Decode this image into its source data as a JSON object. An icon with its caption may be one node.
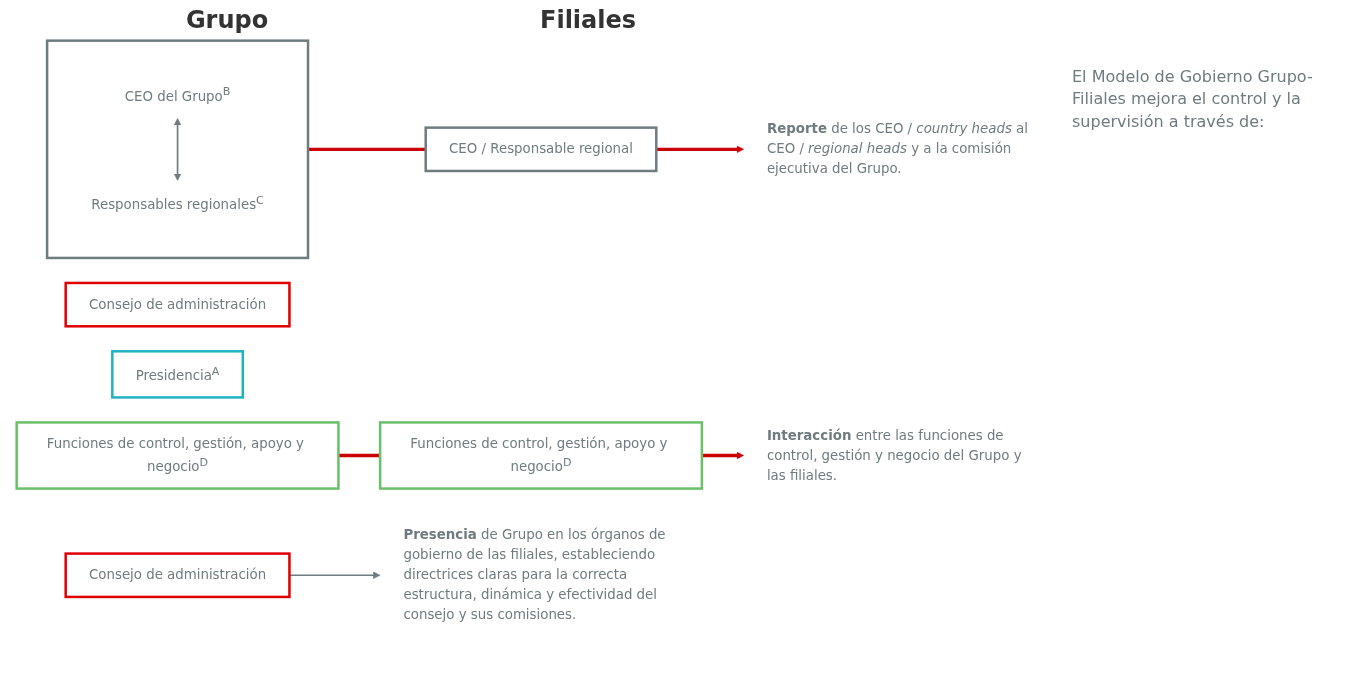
{
  "diagram": {
    "nodes": [
      {
        "text": [
          "Consejo de administración"
        ]
      },
      {
        "text": [
          "Presidencia$^{A}$"
        ]
      },
      {
        "text": [],
        "shape": "box"
      },
      {
        "text": [
          "CEO del Grupo$^{B}$"
        ],
        "in": 2
      },
      {
        "text": [
          "Responsables regionales$^{C}$"
        ],
        "in": 2
      },
      {
        "text": [
          "Funciones de control, gestión, apoyo y negocio$^{D}$"
        ]
      },
      {
        "text": [
          "Consejo de administración"
        ]
      },
      {
        "text": [
          "CEO / Responsable regional"
        ]
      },
      {
        "text": [
          "Funciones de control, gestión, apoyo y negocio$^{D}$"
        ]
      },
      {
        "text": [
          "**Presencia** de Grupo en los órganos de gobierno de las filiales, estableciendo directrices claras para la correcta estructura, dinámica y efectividad del consejo y sus comisiones."
        ]
      },
      {
        "text": [
          "**Reporte** de los CEO / *country heads* al CEO / *regional heads* y a la comisión ejecutiva del Grupo."
        ]
      },
      {
        "text": [
          "**Interacción** entre las funciones de control, gestión y negocio del Grupo y las filiales."
        ]
      }
    ],
    "edges": [
      {
        "from": 3,
        "to": 4,
        "arrow": "both",
        "color": "#6e7b7f"
      },
      {
        "from": 6,
        "to": 9,
        "arrow": "to",
        "color": "#6e7b7f"
      },
      {
        "from": 2,
        "to": 7,
        "arrow": "none"
      },
      {
        "from": 7,
        "to": 10,
        "arrow": "to"
      },
      {
        "from": 5,
        "to": 8,
        "arrow": "none"
      },
      {
        "from": 8,
        "to": 11,
        "arrow": "to"
      }
    ],
    "labels": [
      "Grupo",
      "Filiales",
      "El Modelo de Gobierno Grupo-Filiales mejora el control y la supervisión a través de:"
    ]
  }
}
